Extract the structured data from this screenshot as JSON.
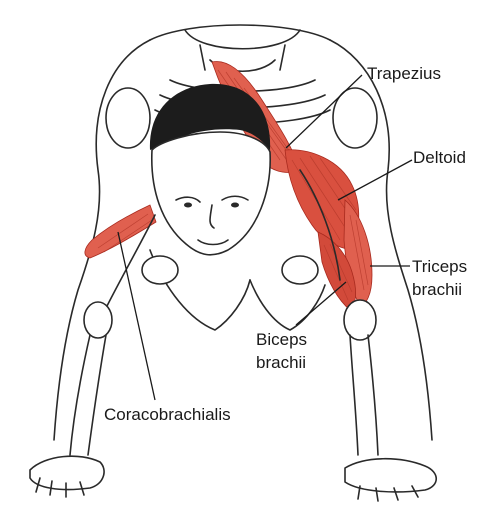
{
  "colors": {
    "muscle": "#e0604f",
    "muscle_dark": "#c2392c",
    "outline": "#2a2a2a",
    "hair": "#1c1c1c",
    "background": "#ffffff"
  },
  "labels": {
    "trapezius": "Trapezius",
    "deltoid": "Deltoid",
    "triceps_line1": "Triceps",
    "triceps_line2": "brachii",
    "biceps_line1": "Biceps",
    "biceps_line2": "brachii",
    "coracobrachialis": "Coracobrachialis"
  }
}
